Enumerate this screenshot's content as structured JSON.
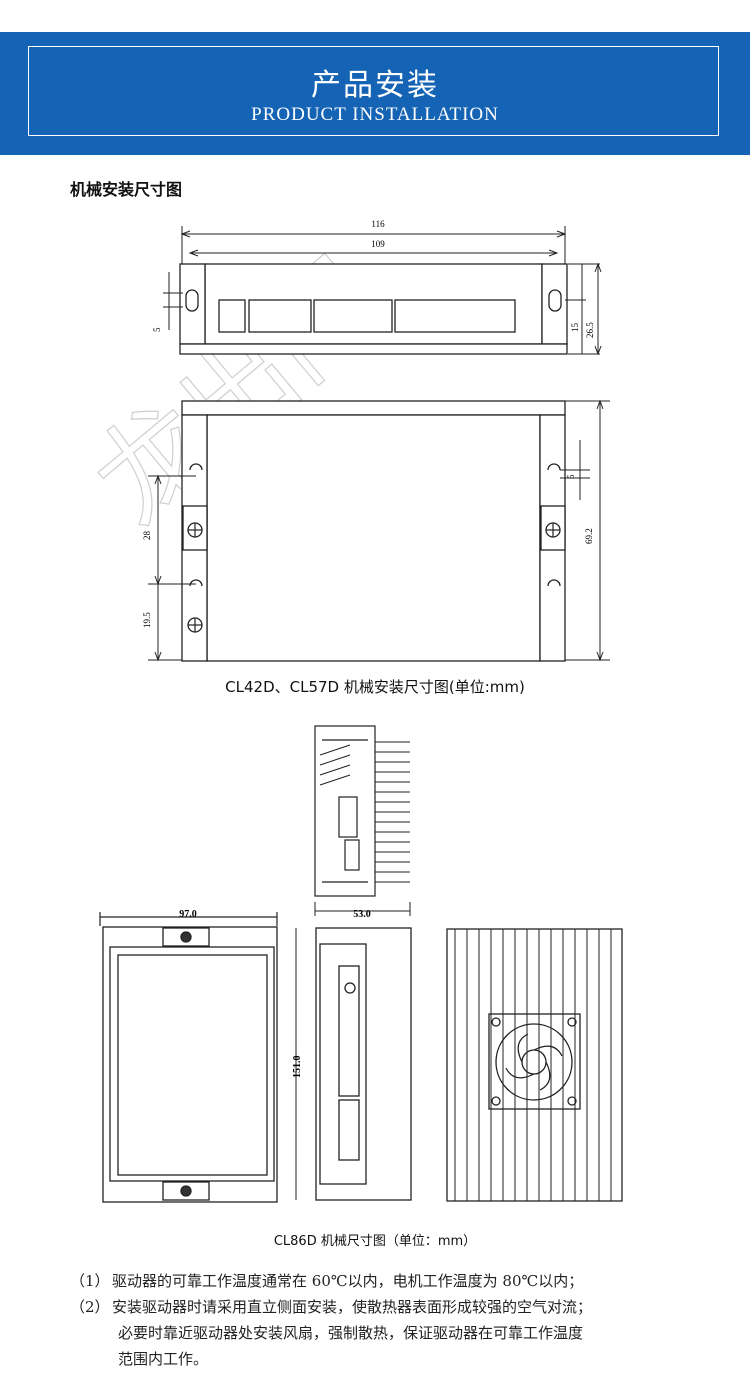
{
  "banner": {
    "title": "产品安装",
    "subtitle": "PRODUCT INSTALLATION"
  },
  "section_title": "机械安装尺寸图",
  "drawing1": {
    "dims": {
      "width_outer": "116",
      "width_inner": "109",
      "slot": "5",
      "height_small": "15",
      "height_top": "26.5",
      "hole_spacing": "28",
      "hole_bottom": "19.5",
      "slot_right": "5",
      "height_side": "69.2"
    },
    "watermark": "龙出门"
  },
  "caption1": "CL42D、CL57D 机械安装尺寸图(单位:mm)",
  "drawing2": {
    "dims": {
      "width": "97.0",
      "depth": "53.0",
      "height": "151.0"
    }
  },
  "caption2": "CL86D 机械尺寸图（单位：mm）",
  "notes": [
    {
      "num": "（1）",
      "lines": [
        "驱动器的可靠工作温度通常在 60℃以内，电机工作温度为 80℃以内；"
      ]
    },
    {
      "num": "（2）",
      "lines": [
        "安装驱动器时请采用直立侧面安装，使散热器表面形成较强的空气对流；",
        "必要时靠近驱动器处安装风扇，强制散热，保证驱动器在可靠工作温度",
        "范围内工作。"
      ]
    }
  ]
}
